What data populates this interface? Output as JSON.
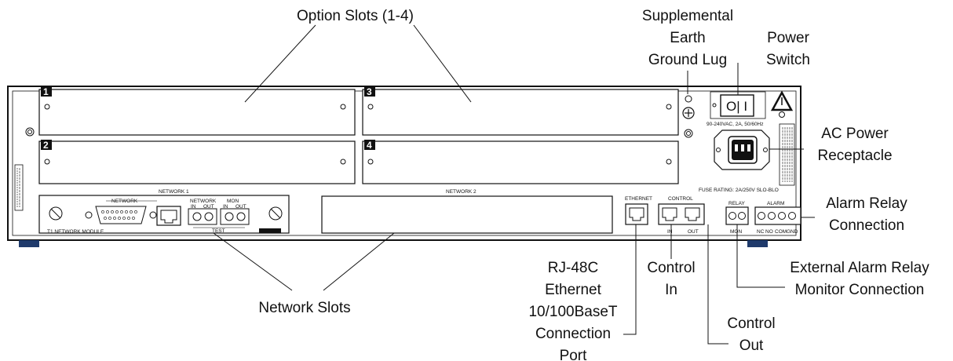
{
  "callouts": {
    "option_slots": "Option Slots (1-4)",
    "supplemental_1": "Supplemental",
    "supplemental_2": "Earth",
    "supplemental_3": "Ground Lug",
    "power_1": "Power",
    "power_2": "Switch",
    "ac_1": "AC Power",
    "ac_2": "Receptacle",
    "alarm_relay_1": "Alarm Relay",
    "alarm_relay_2": "Connection",
    "external_1": "External Alarm Relay",
    "external_2": "Monitor Connection",
    "control_in_1": "Control",
    "control_in_2": "In",
    "control_out_1": "Control",
    "control_out_2": "Out",
    "rj48_1": "RJ-48C",
    "rj48_2": "Ethernet",
    "rj48_3": "10/100BaseT",
    "rj48_4": "Connection",
    "rj48_5": "Port",
    "network_slots": "Network Slots"
  },
  "panel": {
    "slot_1": "1",
    "slot_2": "2",
    "slot_3": "3",
    "slot_4": "4",
    "network_1": "NETWORK 1",
    "network_2": "NETWORK 2",
    "network_port": "NETWORK",
    "network_jack": "NETWORK",
    "mon": "MON",
    "in_a": "IN",
    "out_a": "OUT",
    "in_b": "IN",
    "out_b": "OUT",
    "test": "TEST",
    "t1_module": "T1 NETWORK MODULE",
    "ethernet": "ETHERNET",
    "control": "CONTROL",
    "control_in": "IN",
    "control_out": "OUT",
    "relay": "RELAY",
    "relay_mon": "MON",
    "alarm": "ALARM",
    "alarm_nc": "NC",
    "alarm_no": "NO",
    "alarm_com": "COM",
    "alarm_gnd": "GND",
    "fuse_rating": "FUSE RATING: 2A/250V SLO-BLO",
    "power_rating": "90-240VAC, 2A, 50/60Hz",
    "switch_label": "O| I"
  }
}
